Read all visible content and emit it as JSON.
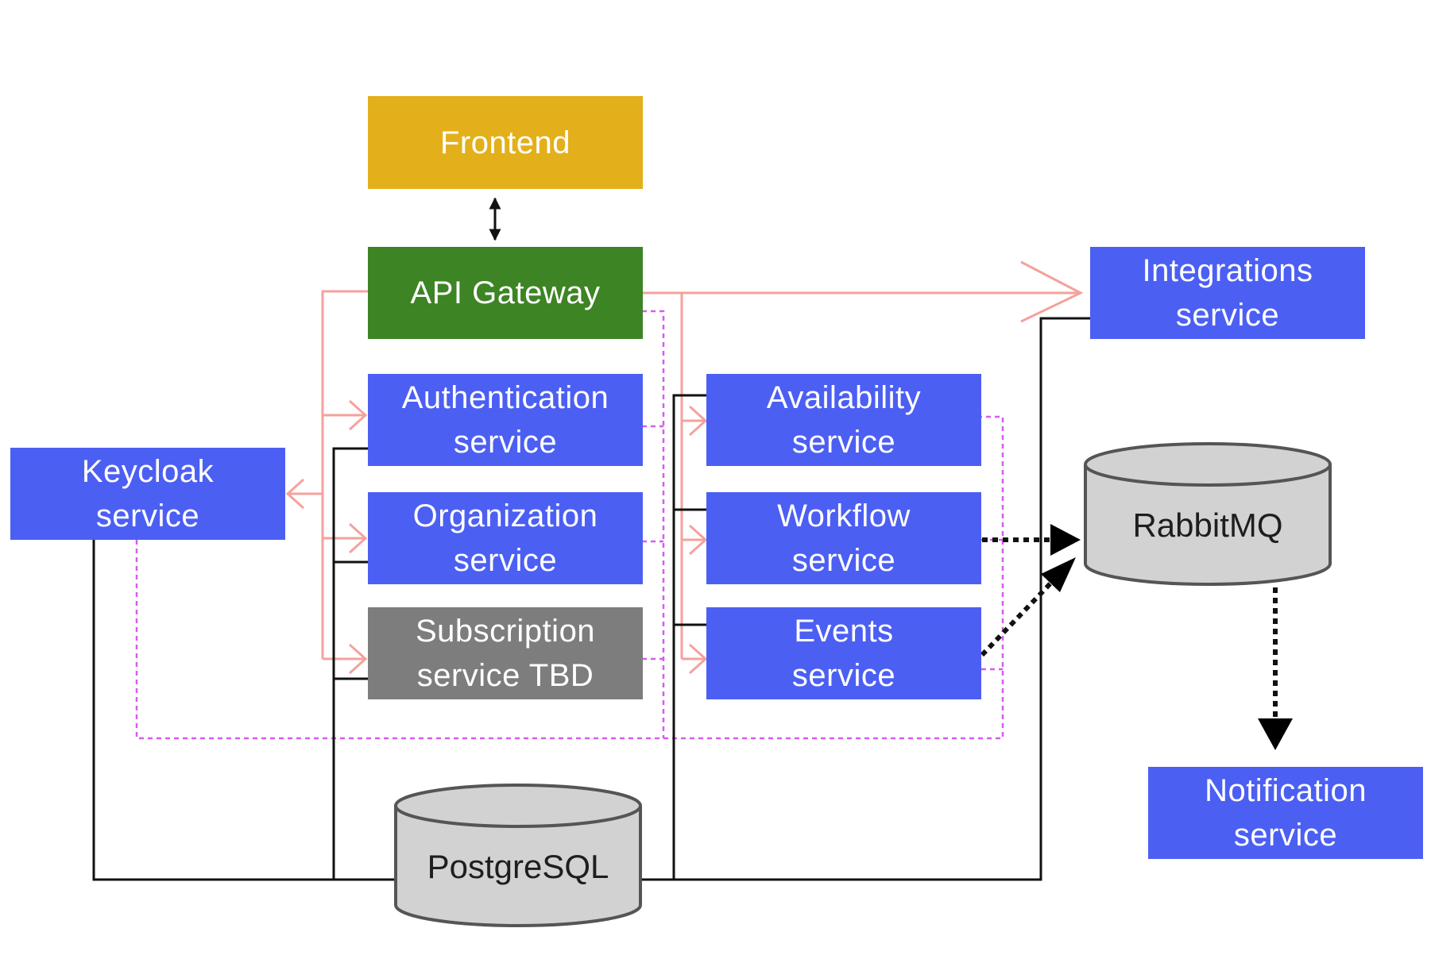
{
  "nodes": {
    "frontend": {
      "lines": [
        "Frontend"
      ],
      "color": "#e3b01b"
    },
    "api_gateway": {
      "lines": [
        "API Gateway"
      ],
      "color": "#3d8424"
    },
    "integrations": {
      "lines": [
        "Integrations",
        "service"
      ],
      "color": "#4c5ff3"
    },
    "authentication": {
      "lines": [
        "Authentication",
        "service"
      ],
      "color": "#4c5ff3"
    },
    "organization": {
      "lines": [
        "Organization",
        "service"
      ],
      "color": "#4c5ff3"
    },
    "subscription": {
      "lines": [
        "Subscription",
        "service TBD"
      ],
      "color": "#7d7d7d"
    },
    "keycloak": {
      "lines": [
        "Keycloak",
        "service"
      ],
      "color": "#4c5ff3"
    },
    "availability": {
      "lines": [
        "Availability",
        "service"
      ],
      "color": "#4c5ff3"
    },
    "workflow": {
      "lines": [
        "Workflow",
        "service"
      ],
      "color": "#4c5ff3"
    },
    "events": {
      "lines": [
        "Events",
        "service"
      ],
      "color": "#4c5ff3"
    },
    "notification": {
      "lines": [
        "Notification",
        "service"
      ],
      "color": "#4c5ff3"
    }
  },
  "databases": {
    "rabbitmq": {
      "label": "RabbitMQ"
    },
    "postgresql": {
      "label": "PostgreSQL"
    }
  },
  "connector_colors": {
    "http": "#f4a29c",
    "db": "#111111",
    "auth": "#d65cf0",
    "queue": "#111111"
  }
}
